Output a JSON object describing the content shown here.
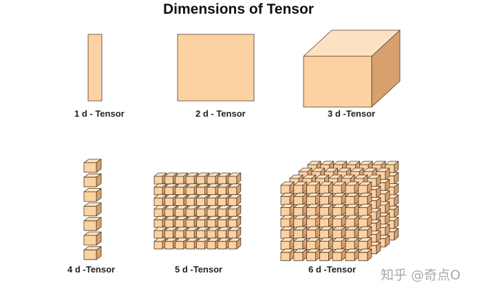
{
  "title": "Dimensions of Tensor",
  "panels": [
    {
      "id": "t1",
      "label": "1 d - Tensor"
    },
    {
      "id": "t2",
      "label": "2 d - Tensor"
    },
    {
      "id": "t3",
      "label": "3 d -Tensor"
    },
    {
      "id": "t4",
      "label": "4 d -Tensor"
    },
    {
      "id": "t5",
      "label": "5 d -Tensor"
    },
    {
      "id": "t6",
      "label": "6 d -Tensor"
    }
  ],
  "watermark": "知乎 @奇点O",
  "colors": {
    "front": "#fcd2a3",
    "top": "#fde2c2",
    "side": "#d8a06f",
    "stroke": "#4a3828"
  }
}
